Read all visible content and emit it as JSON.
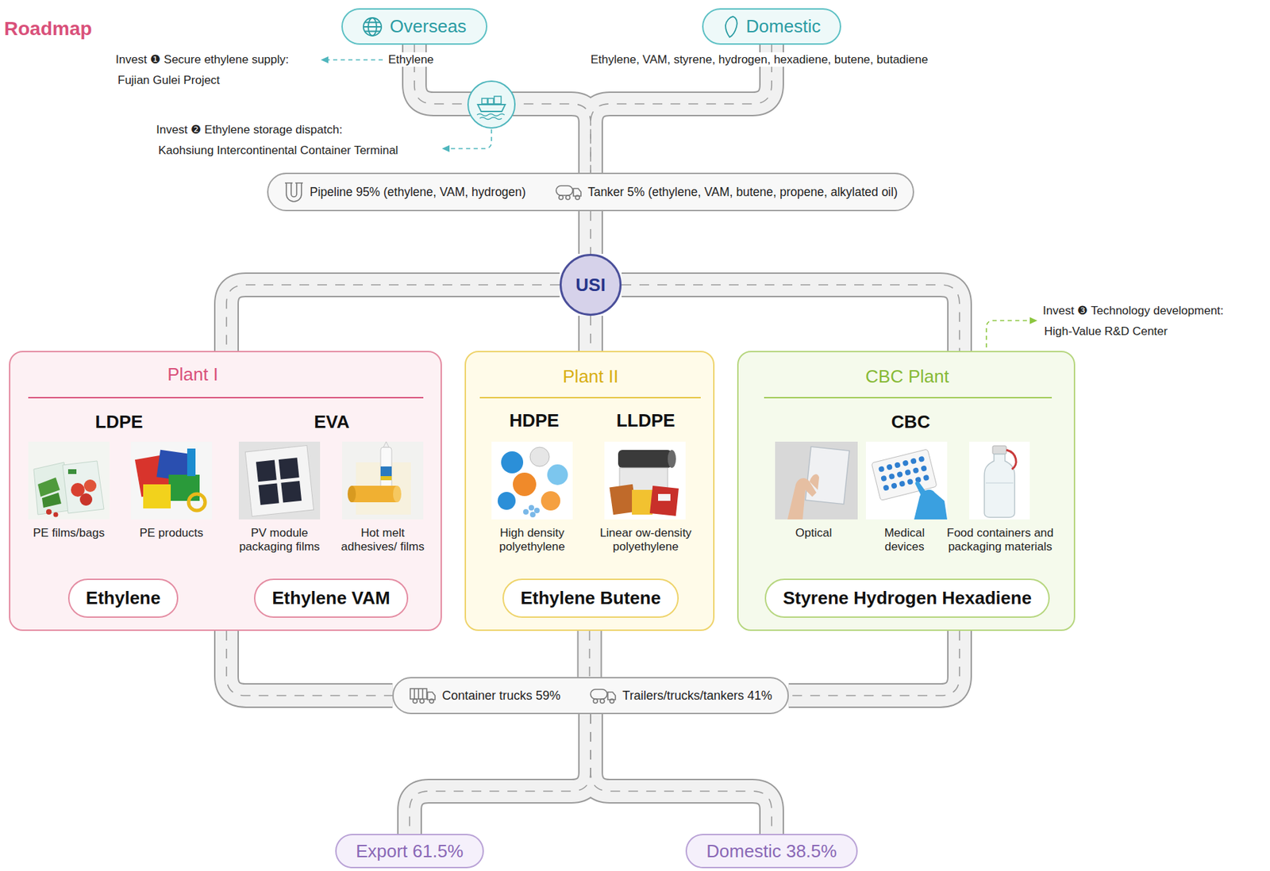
{
  "diagram": {
    "title": "Roadmap",
    "nodes": [
      {
        "text": [
          "Overseas"
        ]
      },
      {
        "text": [
          "Domestic"
        ]
      },
      {
        "text": [
          "Pipeline 95% (ethylene, VAM, hydrogen)",
          "Tanker 5% (ethylene, VAM, butene, propene, alkylated oil)"
        ]
      },
      {
        "text": [
          "USI"
        ]
      },
      {
        "text": [
          "Plant I",
          "LDPE",
          "EVA",
          "PE films/bags",
          "PE products",
          "PV module packaging films",
          "Hot melt adhesives/ films"
        ]
      },
      {
        "text": [
          "Ethylene"
        ],
        "in": 4
      },
      {
        "text": [
          "Ethylene VAM"
        ],
        "in": 4
      },
      {
        "text": [
          "Plant II",
          "HDPE",
          "LLDPE",
          "High density polyethylene",
          "Linear ow-density polyethylene"
        ]
      },
      {
        "text": [
          "Ethylene Butene"
        ],
        "in": 7
      },
      {
        "text": [
          "CBC Plant",
          "CBC",
          "Optical",
          "Medical devices",
          "Food containers and packaging materials"
        ]
      },
      {
        "text": [
          "Styrene Hydrogen Hexadiene"
        ],
        "in": 9
      },
      {
        "text": [
          "Container trucks 59%",
          "Trailers/trucks/tankers 41%"
        ]
      },
      {
        "text": [
          "Export 61.5%"
        ]
      },
      {
        "text": [
          "Domestic 38.5%"
        ]
      }
    ],
    "edges": [
      {
        "from": 0,
        "to": 2,
        "arrow": "none"
      },
      {
        "from": 1,
        "to": 2,
        "arrow": "none"
      },
      {
        "from": 2,
        "to": 3,
        "arrow": "none"
      },
      {
        "from": 3,
        "to": 4,
        "arrow": "none"
      },
      {
        "from": 3,
        "to": 7,
        "arrow": "none"
      },
      {
        "from": 3,
        "to": 9,
        "arrow": "none"
      },
      {
        "from": 4,
        "to": 11,
        "arrow": "none"
      },
      {
        "from": 7,
        "to": 11,
        "arrow": "none"
      },
      {
        "from": 9,
        "to": 11,
        "arrow": "none"
      },
      {
        "from": 11,
        "to": 12,
        "arrow": "none"
      },
      {
        "from": 11,
        "to": 13,
        "arrow": "none"
      }
    ],
    "labels": [
      "Invest ❶ Secure ethylene supply:",
      "Fujian Gulei Project",
      "Ethylene",
      "Ethylene, VAM, styrene, hydrogen, hexadiene, butene, butadiene",
      "Invest ❷ Ethylene storage dispatch:",
      "Kaohsiung Intercontinental Container Terminal",
      "Invest ❸ Technology development:",
      "High-Value R&D Center"
    ]
  }
}
